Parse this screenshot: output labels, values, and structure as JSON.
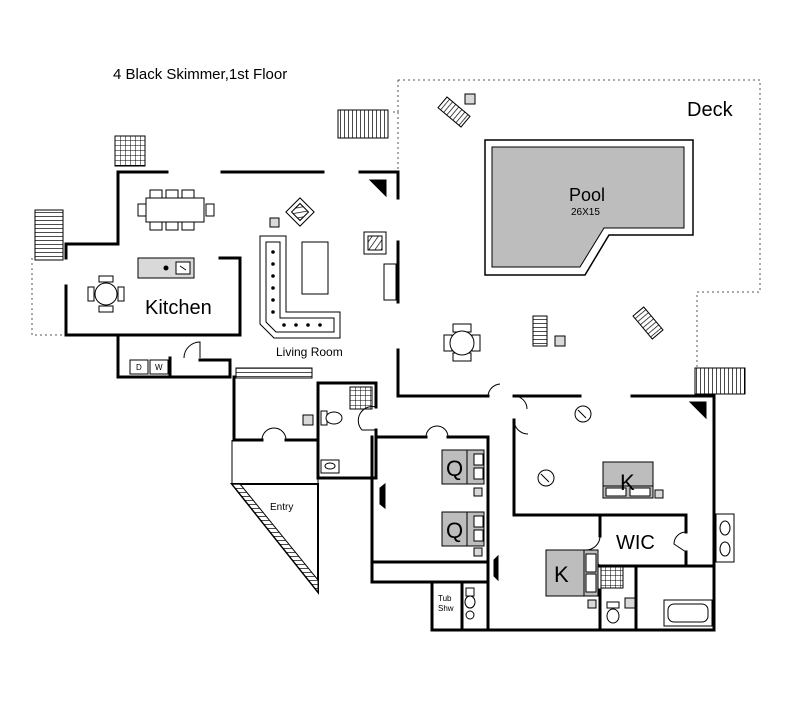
{
  "title": "4 Black Skimmer,1st Floor",
  "rooms": {
    "deck": "Deck",
    "pool": "Pool",
    "pool_size": "26X15",
    "kitchen": "Kitchen",
    "living_room": "Living Room",
    "entry": "Entry",
    "wic": "WIC",
    "tub_line1": "Tub",
    "tub_line2": "Shw"
  },
  "beds": {
    "queen": "Q",
    "king": "K"
  },
  "appliances": {
    "dryer": "D",
    "washer": "W"
  }
}
